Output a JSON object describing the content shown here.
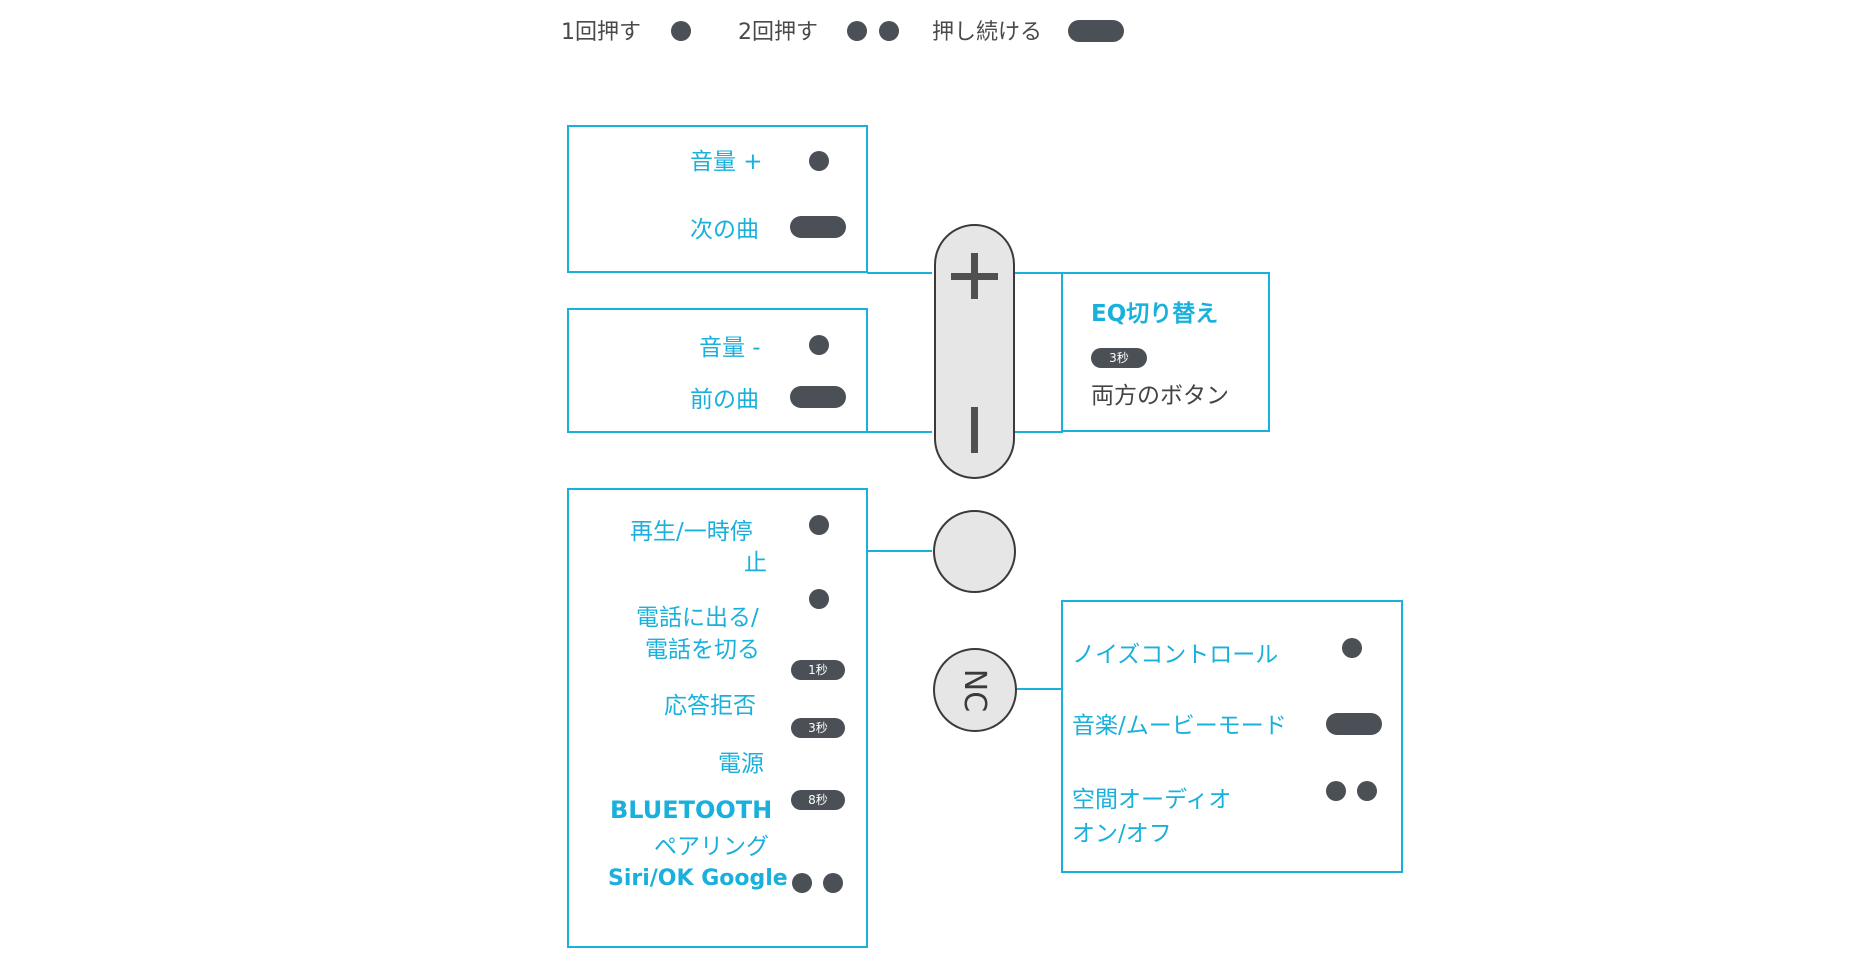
{
  "legend": {
    "press_once": "1回押す",
    "press_twice": "2回押す",
    "press_hold": "押し続ける"
  },
  "volume_up_box": {
    "volume_up": "音量 +",
    "next_track": "次の曲"
  },
  "volume_down_box": {
    "volume_down": "音量 -",
    "prev_track": "前の曲"
  },
  "eq_box": {
    "eq_switch": "EQ切り替え",
    "tag": "3秒",
    "both_buttons": "両方のボタン"
  },
  "center_box": {
    "play_pause_1": "再生/一時停",
    "play_pause_2": "止",
    "answer_end_1": "電話に出る/",
    "answer_end_2": "電話を切る",
    "reject_tag": "1秒",
    "reject": "応答拒否",
    "power_tag": "3秒",
    "power": "電源",
    "pairing_tag": "8秒",
    "bluetooth": "BLUETOOTH",
    "pairing": "ペアリング",
    "assistant": "Siri/OK Google"
  },
  "nc_button": {
    "label": "NC"
  },
  "nc_box": {
    "noise_control": "ノイズコントロール",
    "music_movie": "音楽/ムービーモード",
    "spatial_1": "空間オーディオ",
    "spatial_2": "オン/オフ"
  },
  "colors": {
    "accent": "#1ab0dc",
    "dot": "#4b4f56",
    "button_fill": "#e6e6e6"
  },
  "icons": {
    "plus": "plus-icon",
    "minus": "minus-icon"
  }
}
